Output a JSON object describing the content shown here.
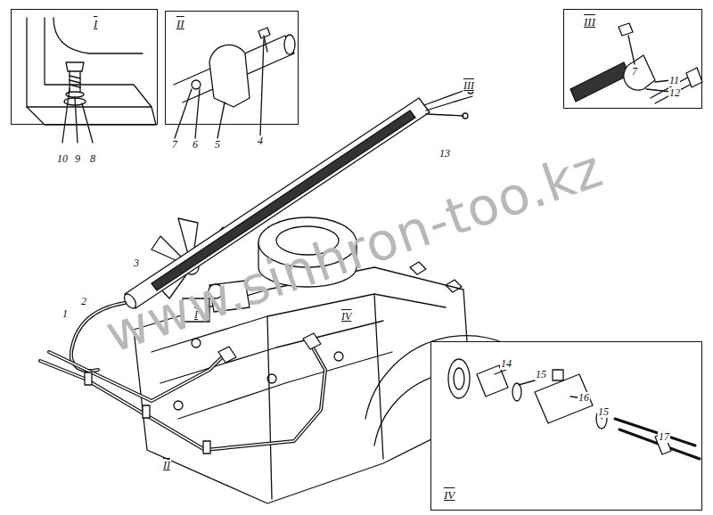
{
  "diagram": {
    "nodes": [
      {
        "text": [
          "I"
        ]
      },
      {
        "text": [
          "II"
        ]
      },
      {
        "text": [
          "III"
        ]
      },
      {
        "text": [
          "IV"
        ]
      }
    ],
    "labels": [
      "10",
      "9",
      "8",
      "7",
      "6",
      "5",
      "4",
      "7",
      "11",
      "12",
      "14",
      "15",
      "16",
      "15",
      "17",
      "1",
      "2",
      "3",
      "13",
      "I",
      "II",
      "III",
      "IV",
      "www.sinhron-too.kz"
    ]
  }
}
